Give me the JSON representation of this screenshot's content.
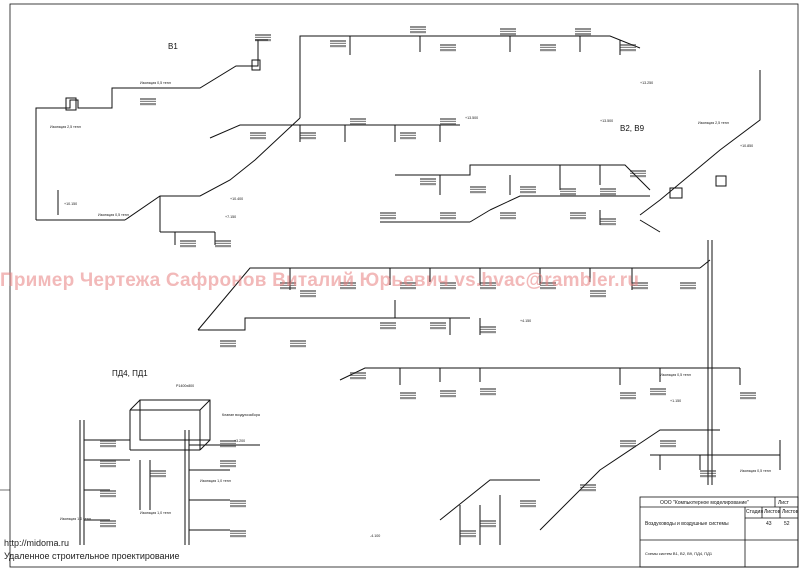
{
  "systems": {
    "b1": "В1",
    "b2b9": "В2, В9",
    "pd": "ПД4, ПД1"
  },
  "watermark": "Пример Чертежа Сафронов Виталий Юрьевич vs.hvac@rambler.ru",
  "title_block": {
    "company": "ООО \"Компьютерное моделирование\"",
    "sheet_label": "Лист",
    "sheet_number": "43",
    "stage_label": "Стадия",
    "sheets_label": "Листов",
    "sheets_total": "52",
    "drawing_title": "Воздуховоды и воздушные системы",
    "scheme_title": "Схемы систем В1, В2, В9, ПД4, ПД1"
  },
  "site": {
    "url": "http://midoma.ru",
    "caption": "Удаленное строительное проектирование"
  },
  "annotations": {
    "a1": "Изоляция 0,5 тепл",
    "a2": "Изоляция 0,5 тепл",
    "a3": "Изоляция 0,5 тепл",
    "a4": "Изоляция 0,5 тепл",
    "a5": "Изоляция 2,5 тепл",
    "a6": "Изоляция 1,0 тепл",
    "a7": "Изоляция 1,0 тепл",
    "a8": "Изоляция 1,0 тепл",
    "a9": "Изоляция 2,5 тепл",
    "a10": "Клапан воздухозабора",
    "a11": "P1400х800",
    "e1": "+13.500",
    "e2": "+13.500",
    "e3": "+10.150",
    "e4": "+7.150",
    "e5": "+4.150",
    "e6": "+1.150",
    "e7": "-4.100",
    "e8": "+10.850",
    "e9": "+10.400",
    "e10": "+13.250",
    "e11": "+3.200"
  }
}
